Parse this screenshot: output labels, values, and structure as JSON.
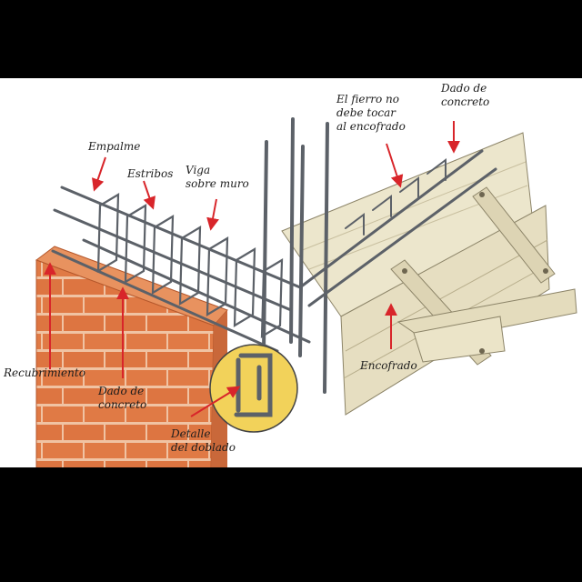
{
  "labels": {
    "empalme": "Empalme",
    "estribos": "Estribos",
    "viga": "Viga\nsobre muro",
    "fierro": "El fierro no\ndebe tocar\nal encofrado",
    "dado_top": "Dado de\nconcreto",
    "recubrimiento": "Recubrimiento",
    "dado_bottom": "Dado de\nconcreto",
    "detalle": "Detalle\ndel doblado",
    "encofrado": "Encofrado"
  },
  "colors": {
    "background": "#ffffff",
    "frame": "#000000",
    "brick": "#e07a45",
    "mortar": "#f2c6a6",
    "wood": "#e9e2c7",
    "steel": "#5c6168",
    "arrow": "#d8252a",
    "detail_circle": "#f2d25a"
  }
}
